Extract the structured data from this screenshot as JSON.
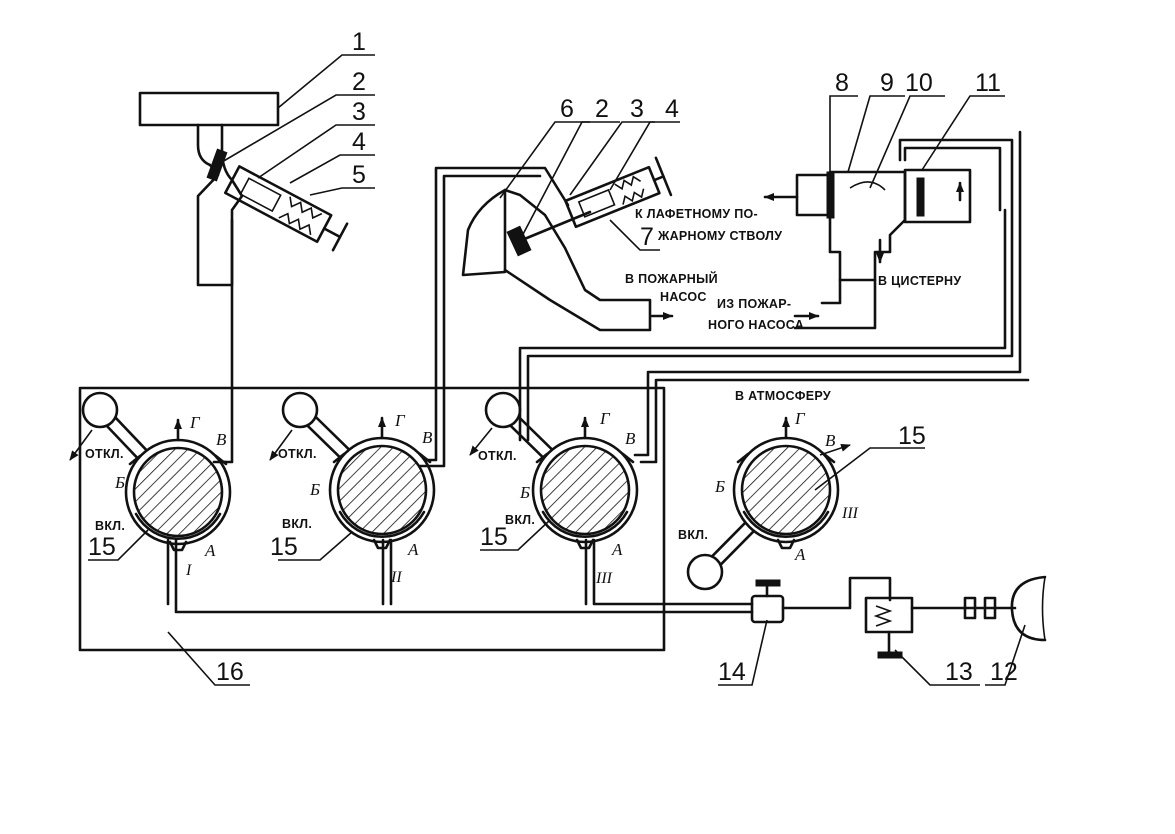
{
  "callouts": {
    "c1": "1",
    "c2a": "2",
    "c3a": "3",
    "c4a": "4",
    "c5": "5",
    "c6": "6",
    "c2b": "2",
    "c3b": "3",
    "c4b": "4",
    "c7": "7",
    "c8": "8",
    "c9": "9",
    "c10": "10",
    "c11": "11",
    "c12": "12",
    "c13": "13",
    "c14": "14",
    "c16": "16",
    "c15a": "15",
    "c15b": "15",
    "c15c": "15",
    "c15d": "15"
  },
  "flow_labels": {
    "monitor_line1": "К ЛАФЕТНОМУ ПО-",
    "monitor_line2": "ЖАРНОМУ СТВОЛУ",
    "tank": "В ЦИСТЕРНУ",
    "to_pump_line1": "В ПОЖАРНЫЙ",
    "to_pump_line2": "НАСОС",
    "from_pump_line1": "ИЗ ПОЖАР-",
    "from_pump_line2": "НОГО НАСОСА",
    "atmosphere": "В АТМОСФЕРУ"
  },
  "valves": [
    {
      "off": "ОТКЛ.",
      "on": "ВКЛ.",
      "port_a": "А",
      "port_b": "Б",
      "port_v": "В",
      "port_g": "Г",
      "roman": "I"
    },
    {
      "off": "ОТКЛ.",
      "on": "ВКЛ.",
      "port_a": "А",
      "port_b": "Б",
      "port_v": "В",
      "port_g": "Г",
      "roman": "II"
    },
    {
      "off": "ОТКЛ.",
      "on": "ВКЛ.",
      "port_a": "А",
      "port_b": "Б",
      "port_v": "В",
      "port_g": "Г",
      "roman": "III"
    },
    {
      "off": "",
      "on": "ВКЛ.",
      "port_a": "А",
      "port_b": "Б",
      "port_v": "В",
      "port_g": "Г",
      "roman": "III"
    }
  ]
}
